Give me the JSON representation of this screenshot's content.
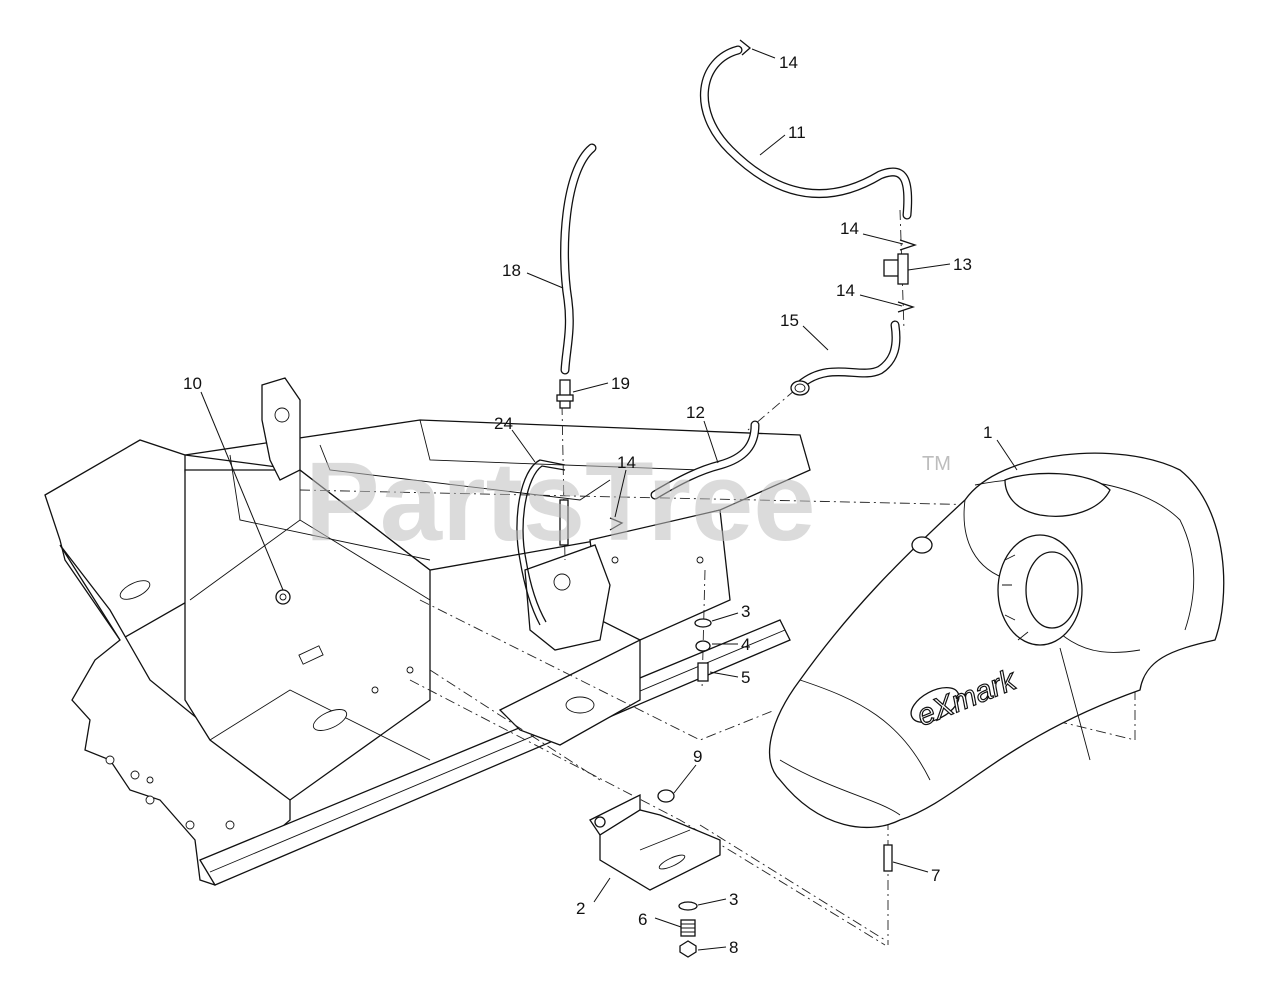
{
  "watermark": {
    "text": "PartsTree",
    "trademark": "TM"
  },
  "brand_logo": {
    "text": "eXmark"
  },
  "callouts": [
    {
      "id": "c14a",
      "label": "14"
    },
    {
      "id": "c11",
      "label": "11"
    },
    {
      "id": "c14b",
      "label": "14"
    },
    {
      "id": "c13",
      "label": "13"
    },
    {
      "id": "c14c",
      "label": "14"
    },
    {
      "id": "c15",
      "label": "15"
    },
    {
      "id": "c18",
      "label": "18"
    },
    {
      "id": "c19",
      "label": "19"
    },
    {
      "id": "c10",
      "label": "10"
    },
    {
      "id": "c24",
      "label": "24"
    },
    {
      "id": "c12",
      "label": "12"
    },
    {
      "id": "c14d",
      "label": "14"
    },
    {
      "id": "c1",
      "label": "1"
    },
    {
      "id": "c3a",
      "label": "3"
    },
    {
      "id": "c4",
      "label": "4"
    },
    {
      "id": "c5",
      "label": "5"
    },
    {
      "id": "c9",
      "label": "9"
    },
    {
      "id": "c7",
      "label": "7"
    },
    {
      "id": "c2",
      "label": "2"
    },
    {
      "id": "c3b",
      "label": "3"
    },
    {
      "id": "c6",
      "label": "6"
    },
    {
      "id": "c8",
      "label": "8"
    }
  ]
}
